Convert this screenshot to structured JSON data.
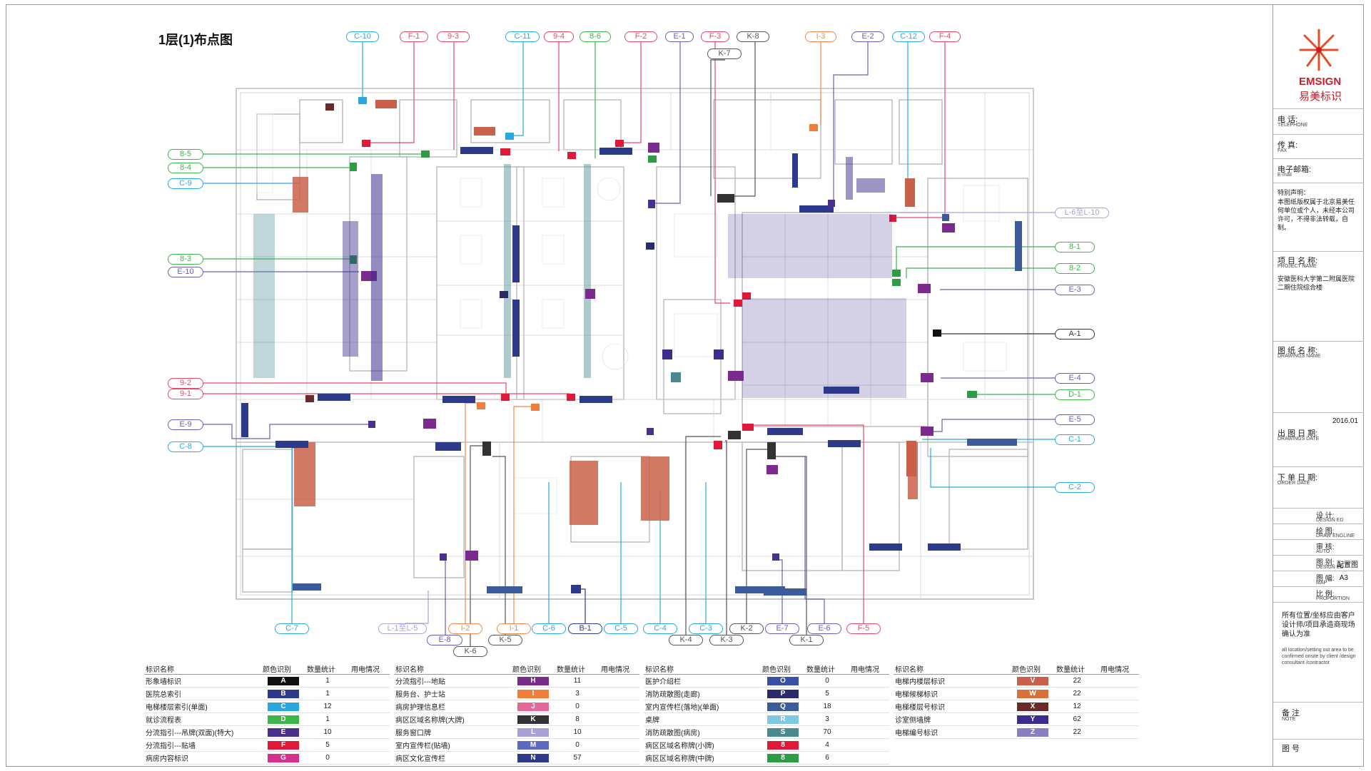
{
  "drawing": {
    "title": "1层(1)布点图"
  },
  "callouts": [
    {
      "text": "C-10",
      "color": "#29a8e0"
    },
    {
      "text": "F-1",
      "color": "#e5486a"
    },
    {
      "text": "9-3",
      "color": "#e5486a"
    },
    {
      "text": "C-11",
      "color": "#29a8e0"
    },
    {
      "text": "9-4",
      "color": "#e5486a"
    },
    {
      "text": "8-6",
      "color": "#3cb54a"
    },
    {
      "text": "F-2",
      "color": "#e5486a"
    },
    {
      "text": "E-1",
      "color": "#6b5fb5"
    },
    {
      "text": "F-3",
      "color": "#e5486a"
    },
    {
      "text": "K-8",
      "color": "#555555"
    },
    {
      "text": "K-7",
      "color": "#555555"
    },
    {
      "text": "I-3",
      "color": "#f0894a"
    },
    {
      "text": "E-2",
      "color": "#6b5fb5"
    },
    {
      "text": "C-12",
      "color": "#29a8e0"
    },
    {
      "text": "F-4",
      "color": "#e5486a"
    },
    {
      "text": "8-5",
      "color": "#3cb54a"
    },
    {
      "text": "8-4",
      "color": "#3cb54a"
    },
    {
      "text": "C-9",
      "color": "#29a8e0"
    },
    {
      "text": "8-3",
      "color": "#3cb54a"
    },
    {
      "text": "E-10",
      "color": "#6b5fb5"
    },
    {
      "text": "9-2",
      "color": "#e5486a"
    },
    {
      "text": "9-1",
      "color": "#e5486a"
    },
    {
      "text": "E-9",
      "color": "#6b5fb5"
    },
    {
      "text": "C-8",
      "color": "#29a8e0"
    },
    {
      "text": "L-6至L-10",
      "color": "#a9a2d8"
    },
    {
      "text": "8-1",
      "color": "#3cb54a"
    },
    {
      "text": "8-2",
      "color": "#3cb54a"
    },
    {
      "text": "E-3",
      "color": "#6b5fb5"
    },
    {
      "text": "A-1",
      "color": "#333333"
    },
    {
      "text": "E-4",
      "color": "#6b5fb5"
    },
    {
      "text": "D-1",
      "color": "#3cb54a"
    },
    {
      "text": "E-5",
      "color": "#6b5fb5"
    },
    {
      "text": "C-1",
      "color": "#29a8e0"
    },
    {
      "text": "C-2",
      "color": "#29a8e0"
    },
    {
      "text": "C-7",
      "color": "#29a8e0"
    },
    {
      "text": "L-1至L-5",
      "color": "#a9a2d8"
    },
    {
      "text": "E-8",
      "color": "#6b5fb5"
    },
    {
      "text": "K-6",
      "color": "#555555"
    },
    {
      "text": "I-2",
      "color": "#f0894a"
    },
    {
      "text": "K-5",
      "color": "#555555"
    },
    {
      "text": "I-1",
      "color": "#f0894a"
    },
    {
      "text": "C-6",
      "color": "#29a8e0"
    },
    {
      "text": "B-1",
      "color": "#2d3a8c"
    },
    {
      "text": "C-5",
      "color": "#29a8e0"
    },
    {
      "text": "C-4",
      "color": "#29a8e0"
    },
    {
      "text": "K-4",
      "color": "#555555"
    },
    {
      "text": "C-3",
      "color": "#29a8e0"
    },
    {
      "text": "K-3",
      "color": "#555555"
    },
    {
      "text": "K-2",
      "color": "#555555"
    },
    {
      "text": "E-7",
      "color": "#6b5fb5"
    },
    {
      "text": "K-1",
      "color": "#555555"
    },
    {
      "text": "E-6",
      "color": "#6b5fb5"
    },
    {
      "text": "F-5",
      "color": "#e5486a"
    }
  ],
  "titleblock": {
    "logo_name": "EMSIGN",
    "logo_sub": "易美标识",
    "telephone_zh": "电    话:",
    "telephone_en": "TELEPHONE",
    "fax_zh": "传    真:",
    "fax_en": "FAX",
    "email_zh": "电子邮箱:",
    "email_en": "E-mail",
    "notice_label": "特别声明：",
    "notice_text": "本图纸版权属于北京易美任何单位或个人，未经本公司许可，不得非法转载，自制。",
    "project_zh": "项 目 名 称:",
    "project_en": "PROJECT NAME",
    "project_value": "安徽医科大学第二附属医院二期住院综合楼",
    "drawing_zh": "图 纸 名 称:",
    "drawing_en": "DRAWINGS NAME",
    "date_zh": "出 图 日 期:",
    "date_en": "DRAWINGS DATE",
    "date_value": "2016.01",
    "order_zh": "下 单 日 期:",
    "order_en": "ORDER DATE",
    "design_zh": "设    计:",
    "design_en": "DESIGN ED",
    "draw_zh": "绘    图:",
    "draw_en": "DRAW ENGLINE",
    "audit_zh": "审    核:",
    "audit_en": "AUTO",
    "sheet_zh": "图    别:",
    "sheet_en": "DESIGN ED",
    "sheet_value": "配置图",
    "size_zh": "图    幅:",
    "size_en": "MAP",
    "size_value": "A3",
    "scale_zh": "比    例:",
    "scale_en": "PROPORTION",
    "remark_zh": "所有位置/坐标应由客户设计师/项目承造商现场确认为准",
    "remark_en": "all location/setting out area to be confirmed onsite by client /design consultant /contractor",
    "note_zh": "备    注",
    "note_en": "NOTE",
    "figno_zh": "图    号"
  },
  "legend_headers": {
    "name": "标识名称",
    "color": "颜色识别",
    "count": "数量统计",
    "power": "用电情况"
  },
  "legends": [
    {
      "rows": [
        {
          "name": "形象墙标识",
          "code": "A",
          "color": "#111111",
          "count": "1"
        },
        {
          "name": "医院总索引",
          "code": "B",
          "color": "#2d3a8c",
          "count": "1"
        },
        {
          "name": "电梯楼层索引(单面)",
          "code": "C",
          "color": "#29a8e0",
          "count": "12"
        },
        {
          "name": "就诊流程表",
          "code": "D",
          "color": "#3cb54a",
          "count": "1"
        },
        {
          "name": "分流指引---吊牌(双面)(特大)",
          "code": "E",
          "color": "#4a2f8f",
          "count": "10"
        },
        {
          "name": "分流指引---贴墙",
          "code": "F",
          "color": "#e0193b",
          "count": "5"
        },
        {
          "name": "病房内容标识",
          "code": "G",
          "color": "#d62f8e",
          "count": "0"
        }
      ]
    },
    {
      "rows": [
        {
          "name": "分流指引---地贴",
          "code": "H",
          "color": "#7b2a8e",
          "count": "11"
        },
        {
          "name": "服务台、护士站",
          "code": "I",
          "color": "#f07d3a",
          "count": "3"
        },
        {
          "name": "病房护理信息栏",
          "code": "J",
          "color": "#e6679a",
          "count": "0"
        },
        {
          "name": "病区区域名称牌(大牌)",
          "code": "K",
          "color": "#333333",
          "count": "8"
        },
        {
          "name": "服务窗口牌",
          "code": "L",
          "color": "#a9a2d8",
          "count": "10"
        },
        {
          "name": "室内宣传栏(贴墙)",
          "code": "M",
          "color": "#5c6bc0",
          "count": "0"
        },
        {
          "name": "病区文化宣传栏",
          "code": "N",
          "color": "#2d3a8c",
          "count": "57"
        }
      ]
    },
    {
      "rows": [
        {
          "name": "医护介绍栏",
          "code": "O",
          "color": "#3a4fa8",
          "count": "0"
        },
        {
          "name": "消防疏散图(走廊)",
          "code": "P",
          "color": "#2b2b6a",
          "count": "5"
        },
        {
          "name": "室内宣传栏(落地)(单面)",
          "code": "Q",
          "color": "#3b5b9a",
          "count": "18"
        },
        {
          "name": "桌牌",
          "code": "R",
          "color": "#7ec8e3",
          "count": "3"
        },
        {
          "name": "消防疏散图(病房)",
          "code": "S",
          "color": "#4a8a8e",
          "count": "70"
        },
        {
          "name": "病区区域名称牌(小牌)",
          "code": "8",
          "color": "#e0193b",
          "count": "4"
        },
        {
          "name": "病区区域名称牌(中牌)",
          "code": "8",
          "color": "#2e9b45",
          "count": "6"
        }
      ]
    },
    {
      "rows": [
        {
          "name": "电梯内楼层标识",
          "code": "V",
          "color": "#c9614a",
          "count": "22"
        },
        {
          "name": "电梯候梯标识",
          "code": "W",
          "color": "#d9703a",
          "count": "22"
        },
        {
          "name": "电梯楼层号标识",
          "code": "X",
          "color": "#6b2a2a",
          "count": "12"
        },
        {
          "name": "诊室侧墙牌",
          "code": "Y",
          "color": "#3a2d8c",
          "count": "62"
        },
        {
          "name": "电梯编号标识",
          "code": "Z",
          "color": "#8a7fc0",
          "count": "22"
        }
      ]
    }
  ]
}
